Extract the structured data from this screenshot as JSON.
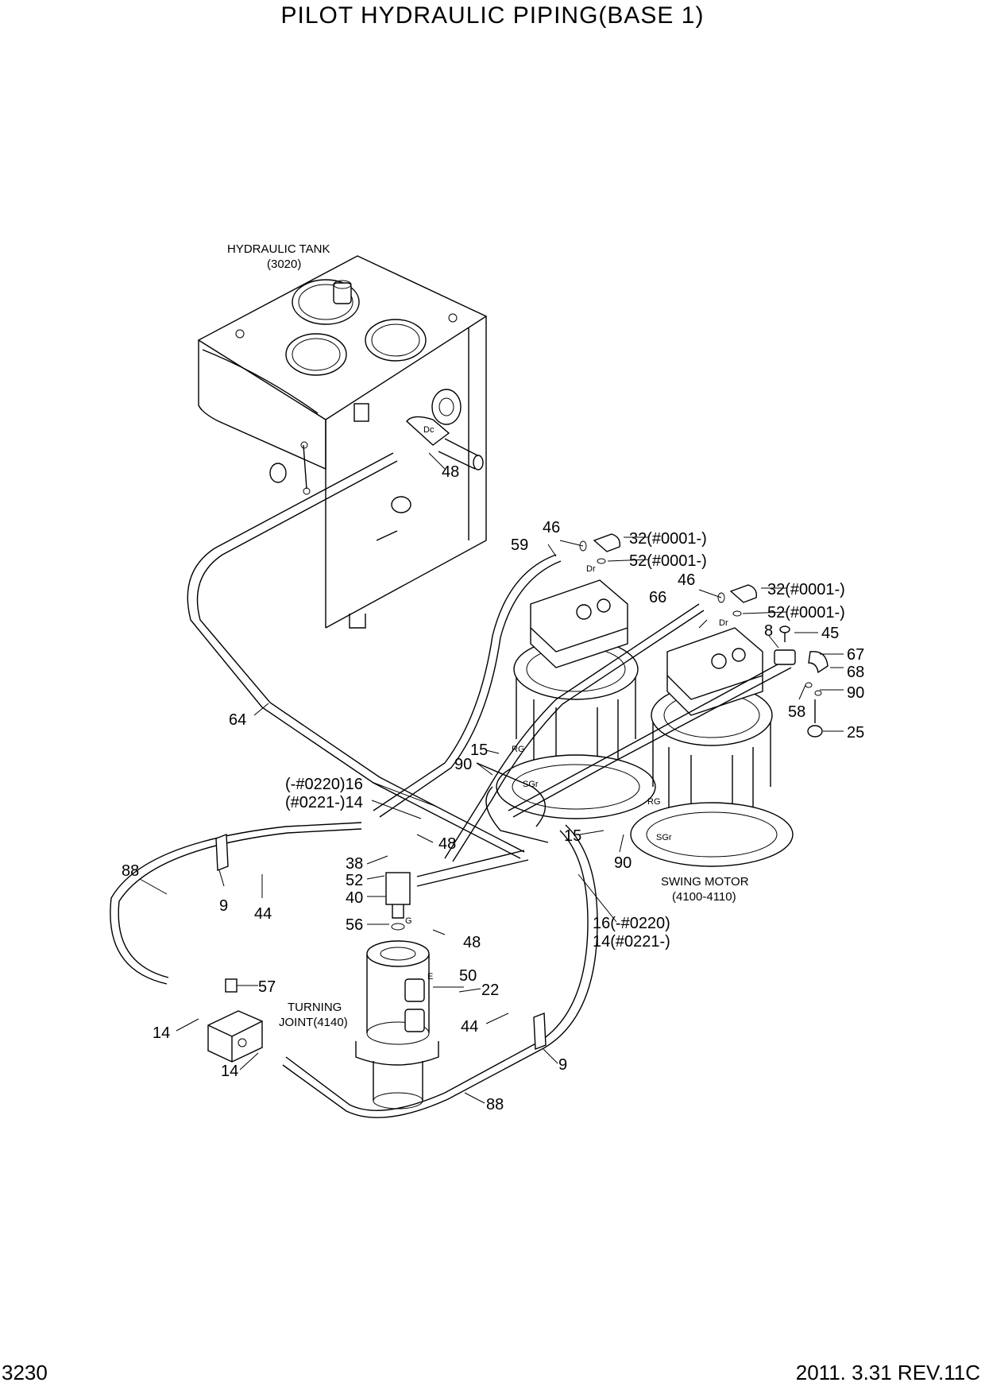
{
  "title": "PILOT HYDRAULIC PIPING(BASE 1)",
  "page_number": "3230",
  "revision": "2011. 3.31  REV.11C",
  "components": {
    "hydraulic_tank": {
      "name": "HYDRAULIC TANK",
      "code": "(3020)"
    },
    "swing_motor": {
      "name": "SWING MOTOR",
      "code": "(4100-4110)"
    },
    "turning_joint": {
      "line1": "TURNING",
      "line2": "JOINT(4140)"
    }
  },
  "port_marks": {
    "dr_1": "Dr",
    "dr_2": "Dr",
    "rg_1": "RG",
    "sgr_1": "SGr",
    "rg_2": "RG",
    "sgr_2": "SGr",
    "g": "G",
    "e": "E",
    "dc": "Dc"
  },
  "callouts": {
    "c48_tank": "48",
    "c46_a": "46",
    "c59": "59",
    "c32_a": "32(#0001-)",
    "c52_a": "52(#0001-)",
    "c46_b": "46",
    "c66": "66",
    "c32_b": "32(#0001-)",
    "c52_b": "52(#0001-)",
    "c8": "8",
    "c45": "45",
    "c67": "67",
    "c68": "68",
    "c90_right": "90",
    "c58": "58",
    "c25": "25",
    "c64": "64",
    "c15_a": "15",
    "c90_a": "90",
    "c16_a": "(-#0220)16",
    "c14_a": "(#0221-)14",
    "c48_mid": "48",
    "c15_b": "15",
    "c90_b": "90",
    "c88_left": "88",
    "c38": "38",
    "c52_mid": "52",
    "c40": "40",
    "c9_left": "9",
    "c44_left": "44",
    "c56": "56",
    "c48_low": "48",
    "c16_b": "16(-#0220)",
    "c14_b": "14(#0221-)",
    "c57": "57",
    "c50": "50",
    "c22": "22",
    "c14_left": "14",
    "c44_right": "44",
    "c9_right": "9",
    "c14_bottom": "14",
    "c88_bottom": "88"
  }
}
